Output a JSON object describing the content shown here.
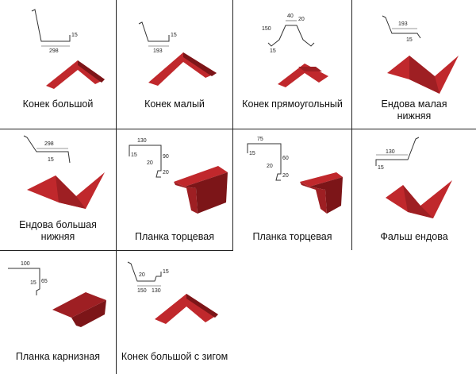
{
  "colors": {
    "metal_face": "#c0282c",
    "metal_dark": "#7c1518",
    "metal_mid": "#9e1f23",
    "grid_line": "#333333",
    "drawing_line": "#333333",
    "caption_text": "#111111"
  },
  "items": [
    {
      "name": "Конек большой",
      "dims": [
        "15",
        "298"
      ]
    },
    {
      "name": "Конек малый",
      "dims": [
        "15",
        "193"
      ]
    },
    {
      "name": "Конек прямоугольный",
      "dims": [
        "40",
        "20",
        "150",
        "15"
      ]
    },
    {
      "name_lines": [
        "Ендова малая",
        "нижняя"
      ],
      "dims": [
        "193",
        "15"
      ]
    },
    {
      "name_lines": [
        "Ендова большая",
        "нижняя"
      ],
      "dims": [
        "298",
        "15"
      ]
    },
    {
      "name": "Планка торцевая",
      "dims": [
        "130",
        "15",
        "90",
        "20",
        "20"
      ]
    },
    {
      "name": "Планка торцевая",
      "dims": [
        "75",
        "15",
        "60",
        "20",
        "20"
      ]
    },
    {
      "name": "Фальш ендова",
      "dims": [
        "130",
        "15"
      ]
    },
    {
      "name": "Планка карнизная",
      "dims": [
        "100",
        "15",
        "65"
      ]
    },
    {
      "name": "Конек большой с зигом",
      "dims": [
        "20",
        "15",
        "150",
        "130"
      ]
    }
  ]
}
